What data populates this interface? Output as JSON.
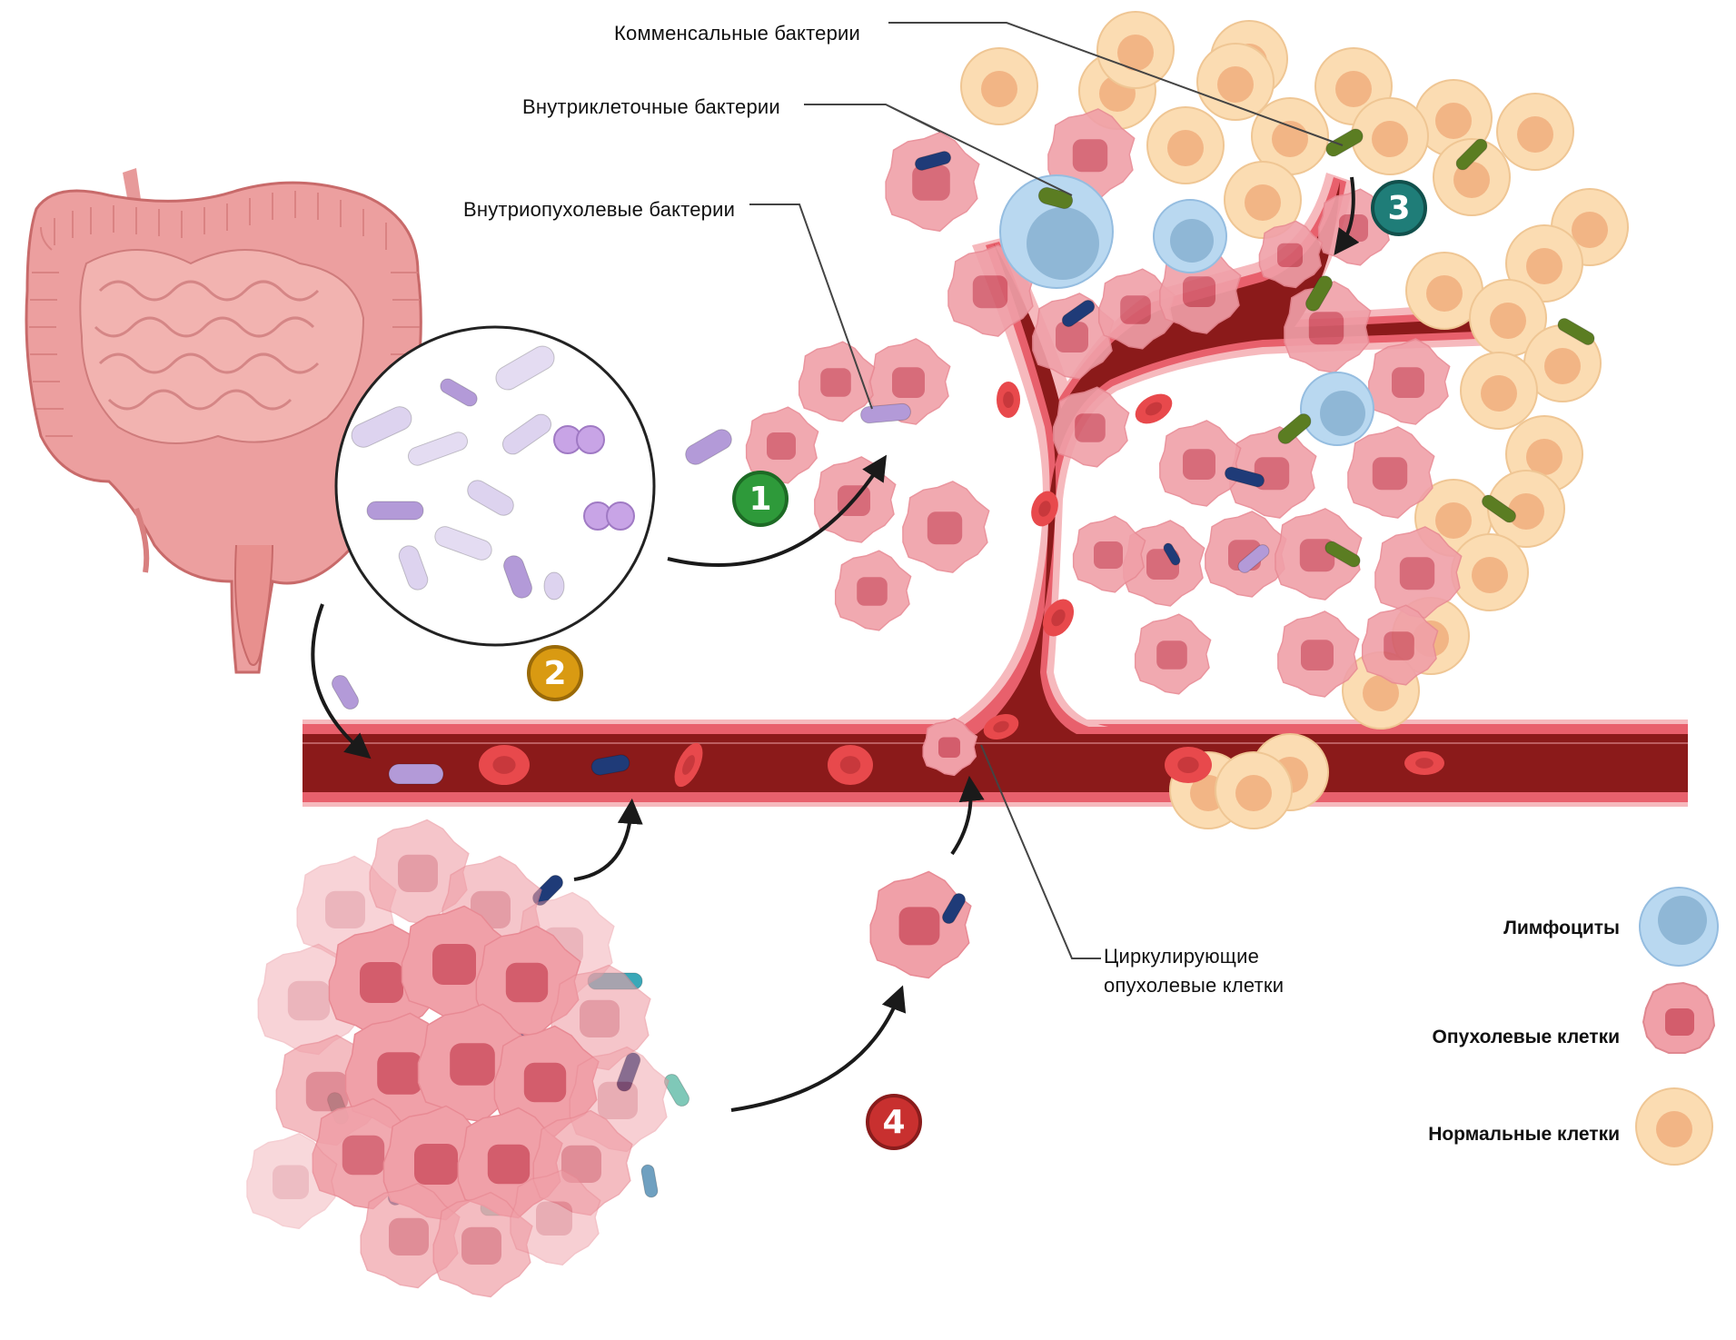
{
  "labels": {
    "commensal_bacteria": "Комменсальные бактерии",
    "intracellular_bacteria": "Внутриклеточные бактерии",
    "intratumoral_bacteria": "Внутриопухолевые бактерии",
    "circulating_tumor_cells_line1": "Циркулирующие",
    "circulating_tumor_cells_line2": "опухолевые клетки"
  },
  "steps": [
    {
      "number": "1",
      "color": "#2e9a3a",
      "border": "#1d6b25"
    },
    {
      "number": "2",
      "color": "#d99a12",
      "border": "#9a6a08"
    },
    {
      "number": "3",
      "color": "#1f7d78",
      "border": "#11504c"
    },
    {
      "number": "4",
      "color": "#c8302f",
      "border": "#8a1c1c"
    }
  ],
  "legend": [
    {
      "label": "Лимфоциты",
      "icon": "lymphocyte-icon",
      "outer": "#b9d8f0",
      "inner": "#8fb7d6"
    },
    {
      "label": "Опухолевые клетки",
      "icon": "tumor-cell-icon",
      "outer": "#f0a0a8",
      "inner": "#d35d6c"
    },
    {
      "label": "Нормальные клетки",
      "icon": "normal-cell-icon",
      "outer": "#fbdcb2",
      "inner": "#f2b585"
    }
  ],
  "colors": {
    "vessel_lumen": "#8b1a1a",
    "vessel_wall": "#e8606c",
    "vessel_wall_light": "#f6b9bd",
    "rbc": "#e8494c",
    "intestine": "#ea9c9c",
    "bacteria_purple": "#b39ad8",
    "bacteria_navy": "#1f3b78",
    "bacteria_green": "#5b7d22",
    "bacteria_teal": "#3aa8b8"
  }
}
